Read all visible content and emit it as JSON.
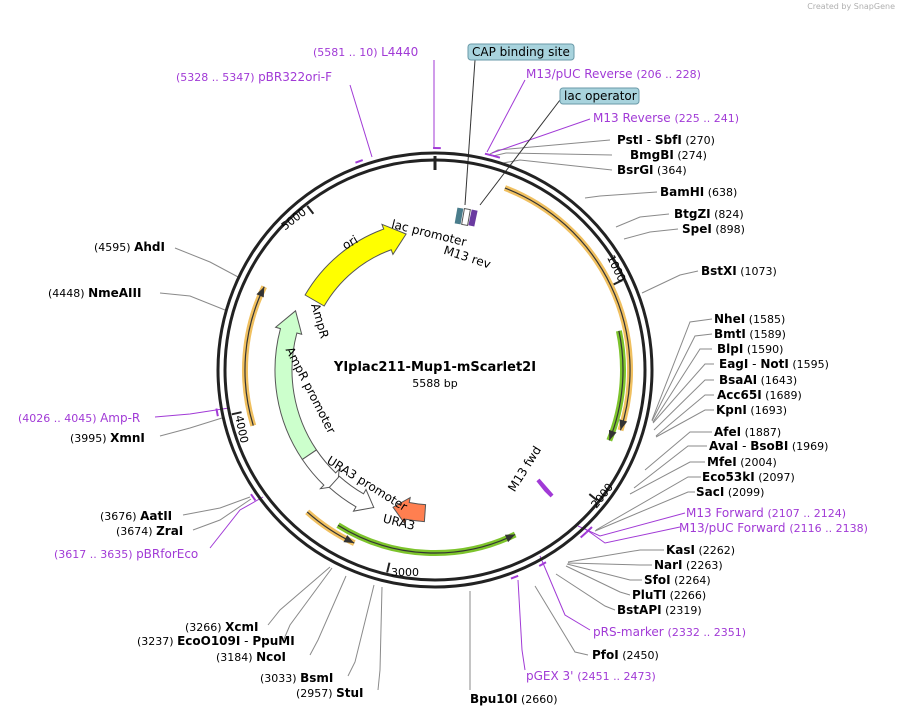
{
  "credit": "Created by SnapGene",
  "plasmid": {
    "name": "YIplac211-Mup1-mScarlet2I",
    "size": "5588 bp"
  },
  "colors": {
    "feature": "#a13ad6",
    "ori": "#ffff00",
    "ampr": "#ccffcc",
    "ura3": "#ff7f50",
    "orf": "#f0c060",
    "orf_green": "#7dc42c",
    "tagbg": "#a8d3dd"
  },
  "features": [
    {
      "label": "pBR322ori-F",
      "range": "(5328 .. 5347)"
    },
    {
      "label": "L4440",
      "range": "(5581 .. 10)"
    },
    {
      "label": "M13/pUC Reverse",
      "range": "(206 .. 228)"
    },
    {
      "label": "M13 Reverse",
      "range": "(225 .. 241)"
    },
    {
      "label": "Amp-R",
      "range": "(4026 .. 4045)"
    },
    {
      "label": "pBRforEco",
      "range": "(3617 .. 3635)"
    },
    {
      "label": "M13 Forward",
      "range": "(2107 .. 2124)"
    },
    {
      "label": "M13/pUC Forward",
      "range": "(2116 .. 2138)"
    },
    {
      "label": "pRS-marker",
      "range": "(2332 .. 2351)"
    },
    {
      "label": "pGEX 3'",
      "range": "(2451 .. 2473)"
    }
  ],
  "tags": [
    "CAP binding site",
    "lac operator"
  ],
  "enzymes_right": [
    {
      "name": "PstI",
      "name2": "SbfI",
      "pos": "(270)"
    },
    {
      "name": "BmgBI",
      "pos": "(274)"
    },
    {
      "name": "BsrGI",
      "pos": "(364)"
    },
    {
      "name": "BamHI",
      "pos": "(638)"
    },
    {
      "name": "BtgZI",
      "pos": "(824)"
    },
    {
      "name": "SpeI",
      "pos": "(898)"
    },
    {
      "name": "BstXI",
      "pos": "(1073)"
    },
    {
      "name": "NheI",
      "pos": "(1585)"
    },
    {
      "name": "BmtI",
      "pos": "(1589)"
    },
    {
      "name": "BlpI",
      "pos": "(1590)"
    },
    {
      "name": "EagI",
      "name2": "NotI",
      "pos": "(1595)"
    },
    {
      "name": "BsaAI",
      "pos": "(1643)"
    },
    {
      "name": "Acc65I",
      "pos": "(1689)"
    },
    {
      "name": "KpnI",
      "pos": "(1693)"
    },
    {
      "name": "AfeI",
      "pos": "(1887)"
    },
    {
      "name": "AvaI",
      "name2": "BsoBI",
      "pos": "(1969)"
    },
    {
      "name": "MfeI",
      "pos": "(2004)"
    },
    {
      "name": "Eco53kI",
      "pos": "(2097)"
    },
    {
      "name": "SacI",
      "pos": "(2099)"
    },
    {
      "name": "KasI",
      "pos": "(2262)"
    },
    {
      "name": "NarI",
      "pos": "(2263)"
    },
    {
      "name": "SfoI",
      "pos": "(2264)"
    },
    {
      "name": "PluTI",
      "pos": "(2266)"
    },
    {
      "name": "BstAPI",
      "pos": "(2319)"
    },
    {
      "name": "PfoI",
      "pos": "(2450)"
    },
    {
      "name": "Bpu10I",
      "pos": "(2660)"
    }
  ],
  "enzymes_left": [
    {
      "name": "AhdI",
      "pos": "(4595)"
    },
    {
      "name": "NmeAIII",
      "pos": "(4448)"
    },
    {
      "name": "XmnI",
      "pos": "(3995)"
    },
    {
      "name": "AatII",
      "pos": "(3676)"
    },
    {
      "name": "ZraI",
      "pos": "(3674)"
    },
    {
      "name": "XcmI",
      "pos": "(3266)"
    },
    {
      "name": "EcoO109I",
      "name2": "PpuMI",
      "pos": "(3237)"
    },
    {
      "name": "NcoI",
      "pos": "(3184)"
    },
    {
      "name": "BsmI",
      "pos": "(3033)"
    },
    {
      "name": "StuI",
      "pos": "(2957)"
    }
  ],
  "ticks": [
    "1000",
    "2000",
    "3000",
    "4000",
    "5000"
  ],
  "inner_labels": {
    "ori": "ori",
    "ampr": "AmpR",
    "ampr_promoter": "AmpR promoter",
    "ura3": "URA3",
    "ura3_promoter": "URA3 promoter",
    "lac_promoter": "lac promoter",
    "m13rev": "M13 rev",
    "m13fwd": "M13 fwd"
  }
}
